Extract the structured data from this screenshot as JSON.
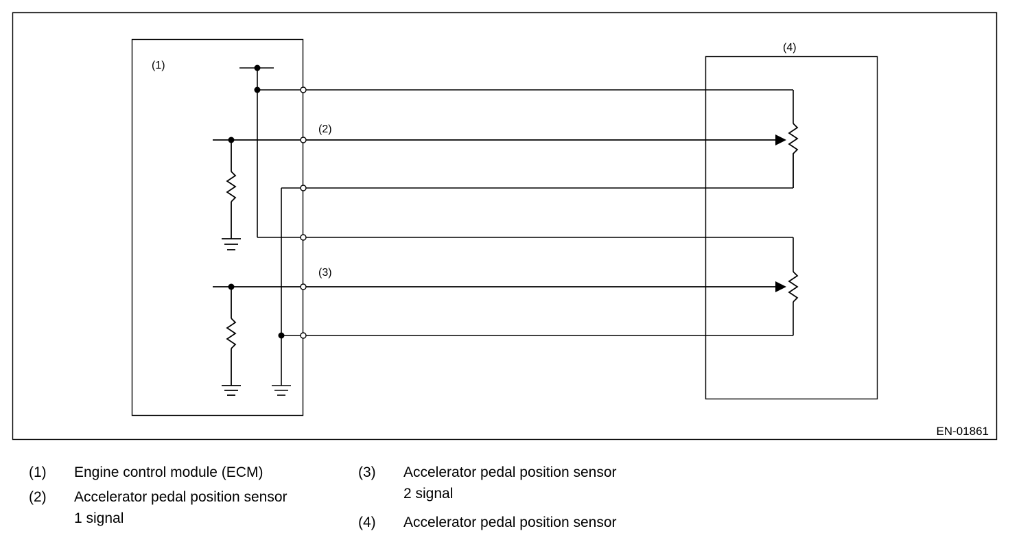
{
  "diagram": {
    "id_code": "EN-01861",
    "labels": {
      "ecm": "(1)",
      "signal1": "(2)",
      "signal2": "(3)",
      "sensor": "(4)"
    }
  },
  "legend": {
    "items": [
      {
        "num": "(1)",
        "line1": "Engine control module (ECM)",
        "line2": ""
      },
      {
        "num": "(2)",
        "line1": "Accelerator pedal position sensor",
        "line2": "1 signal"
      },
      {
        "num": "(3)",
        "line1": "Accelerator pedal position sensor",
        "line2": "2 signal"
      },
      {
        "num": "(4)",
        "line1": "Accelerator pedal position sensor",
        "line2": ""
      }
    ]
  }
}
